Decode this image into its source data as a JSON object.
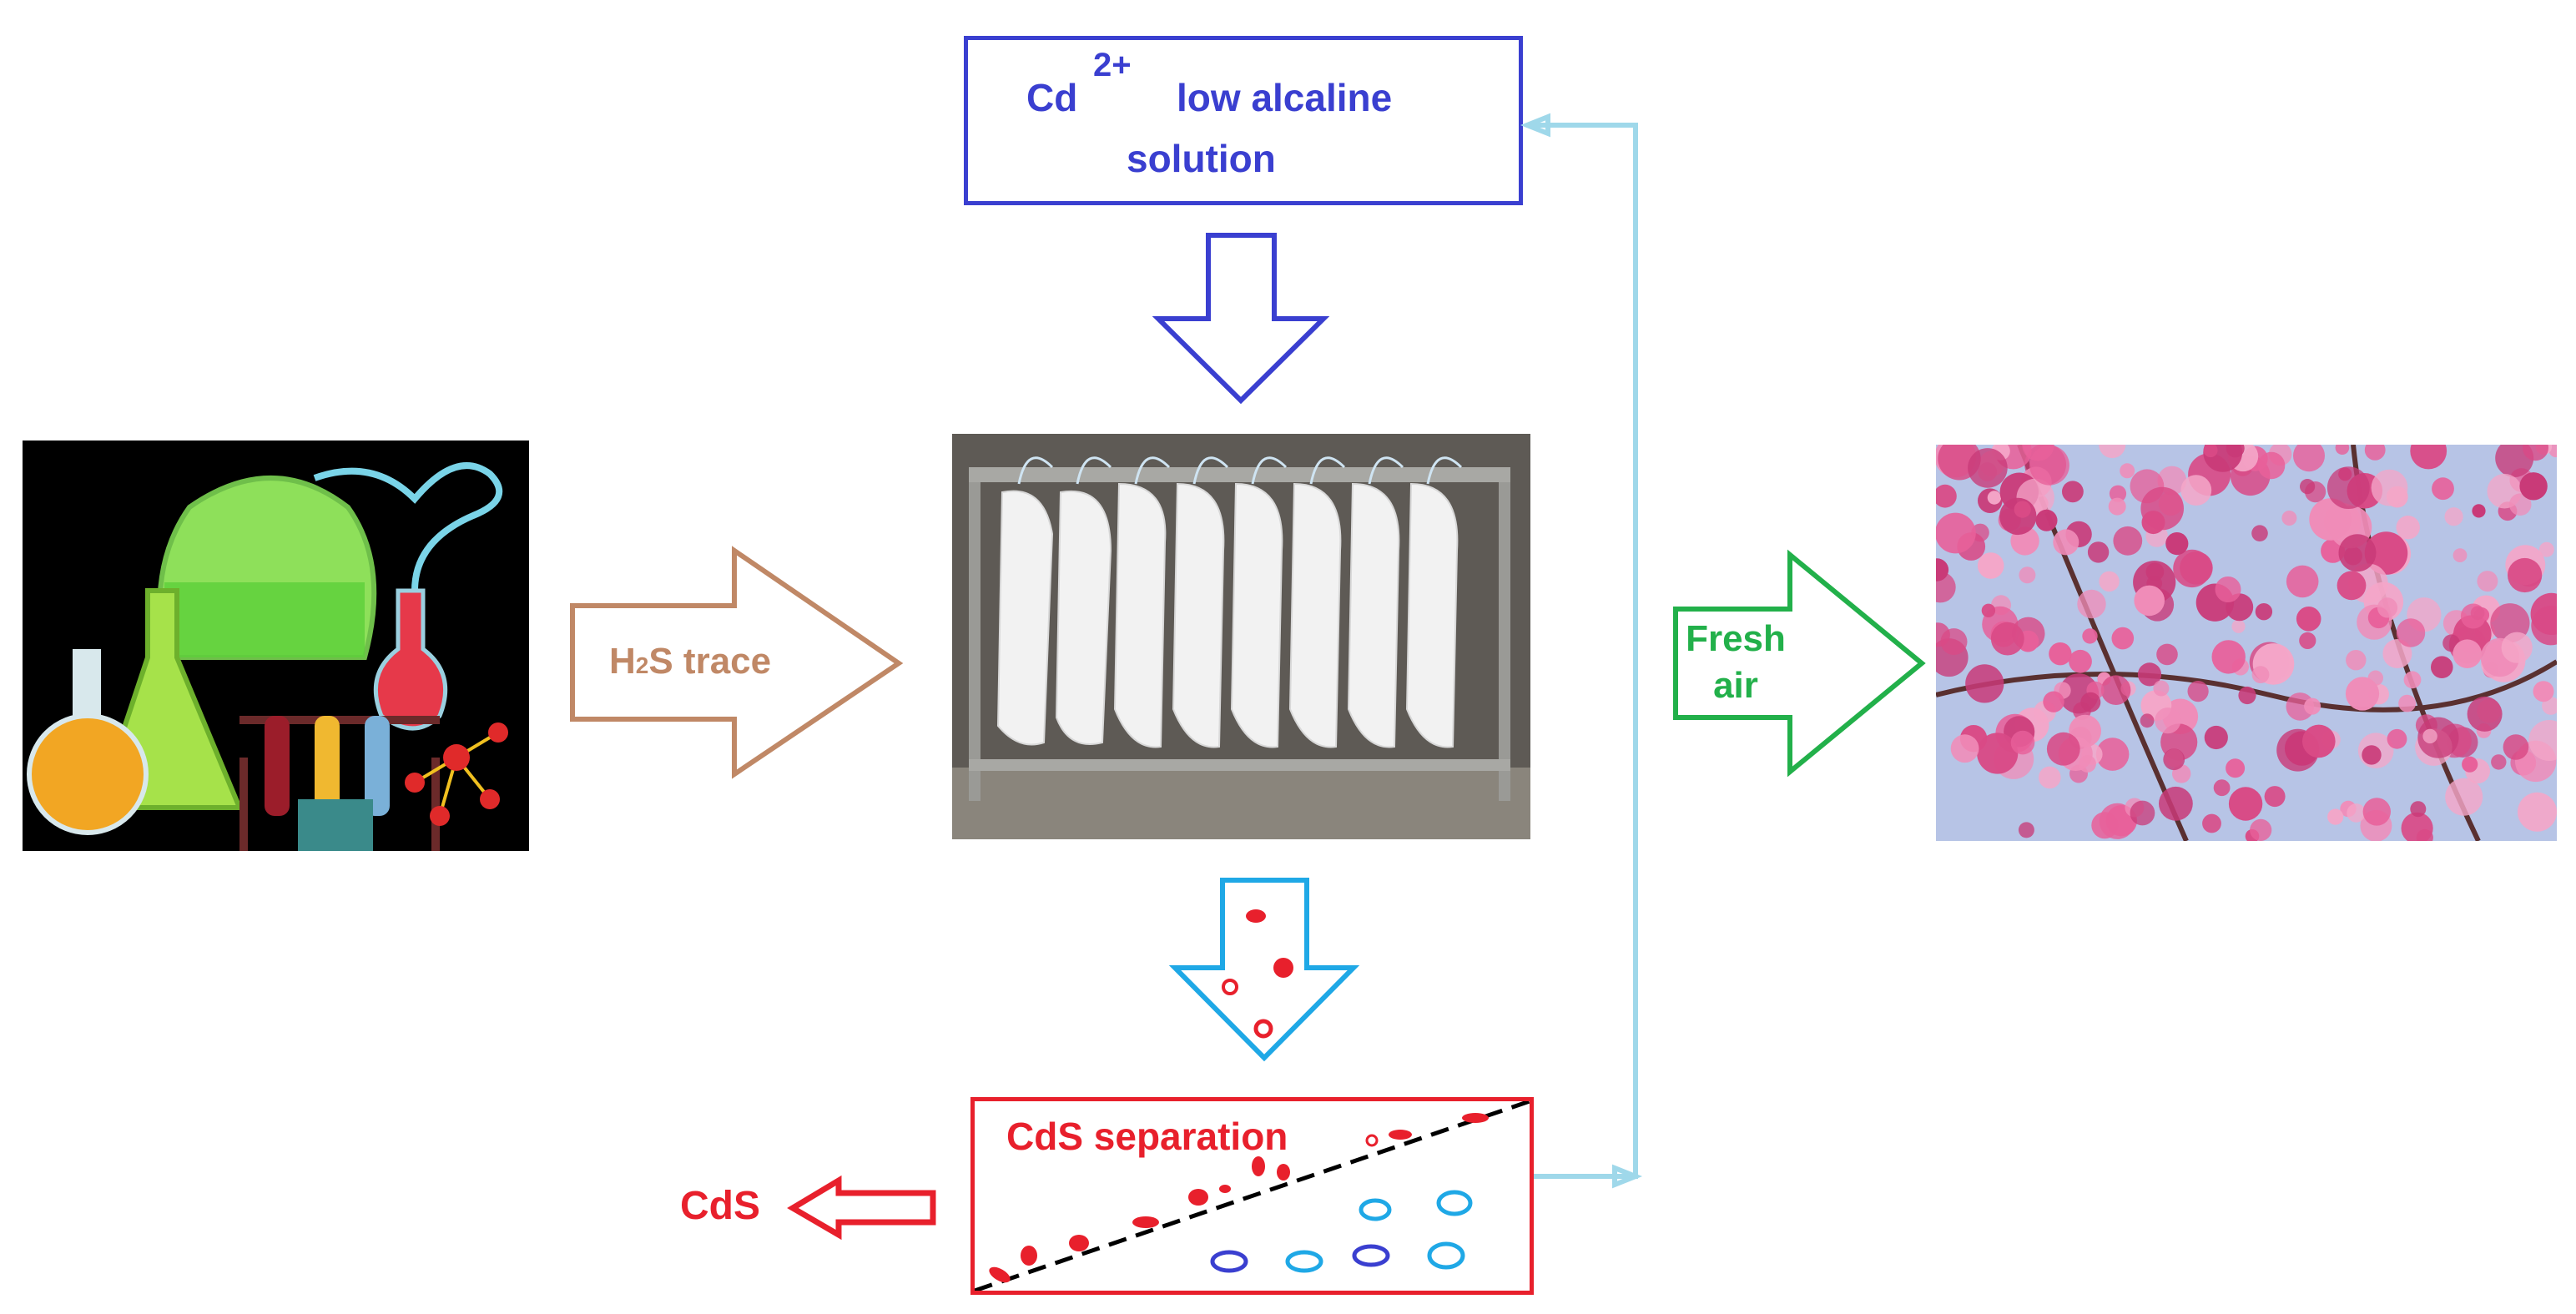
{
  "solution_box": {
    "line1_prefix": "Cd",
    "superscript": "2+",
    "line1_suffix": "low alcaline",
    "line2": "solution"
  },
  "gas_arrow": {
    "h": "H",
    "sub": "2",
    "rest": "S trace"
  },
  "fresh_air": {
    "line1": "Fresh",
    "line2": "air"
  },
  "separation_box": {
    "label": "CdS separation"
  },
  "product": {
    "label": "CdS"
  },
  "icons": {
    "lab": "chemistry-lab-illustration-icon",
    "scrubber": "bag-scrubber-photo-icon",
    "blossom": "cherry-blossom-photo-icon"
  },
  "colors": {
    "solution": "#3a3fd0",
    "gas": "#c08866",
    "air": "#22b04a",
    "cds": "#e8202c",
    "recycle": "#9fd8ea",
    "precipitate_arrow": "#1fa8e6"
  }
}
